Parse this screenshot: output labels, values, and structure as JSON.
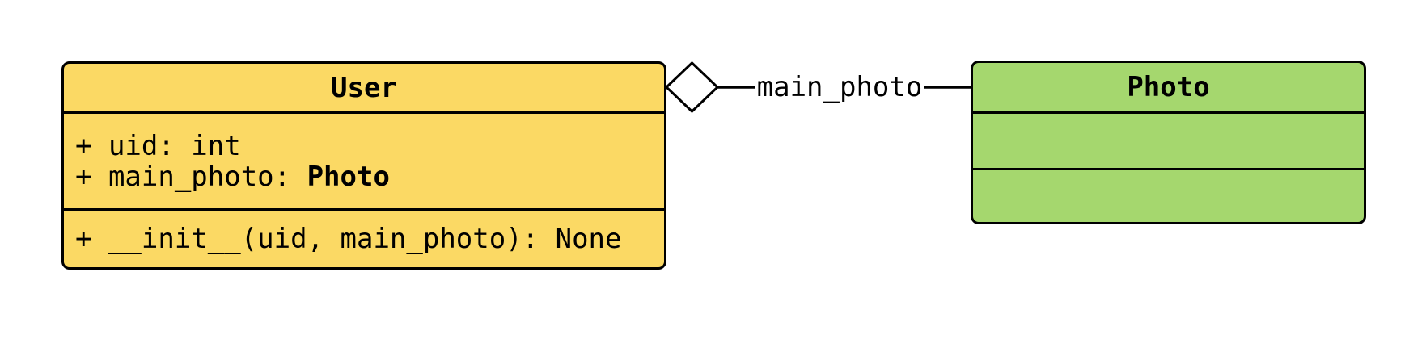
{
  "diagram_type": "uml-class-diagram",
  "classes": {
    "user": {
      "name": "User",
      "fill_color": "#FBD964",
      "attributes": [
        {
          "text": "+ uid: int"
        },
        {
          "text": "+ main_photo: ",
          "type": "Photo"
        }
      ],
      "methods": [
        {
          "text": "+ __init__(uid, main_photo): None"
        }
      ]
    },
    "photo": {
      "name": "Photo",
      "fill_color": "#A5D76E",
      "attributes": [],
      "methods": []
    }
  },
  "relationship": {
    "type": "aggregation",
    "diamond_side": "User",
    "target": "Photo",
    "label": "main_photo"
  },
  "colors": {
    "stroke": "#000000",
    "background": "#FFFFFF",
    "user_fill": "#FBD964",
    "photo_fill": "#A5D76E"
  }
}
